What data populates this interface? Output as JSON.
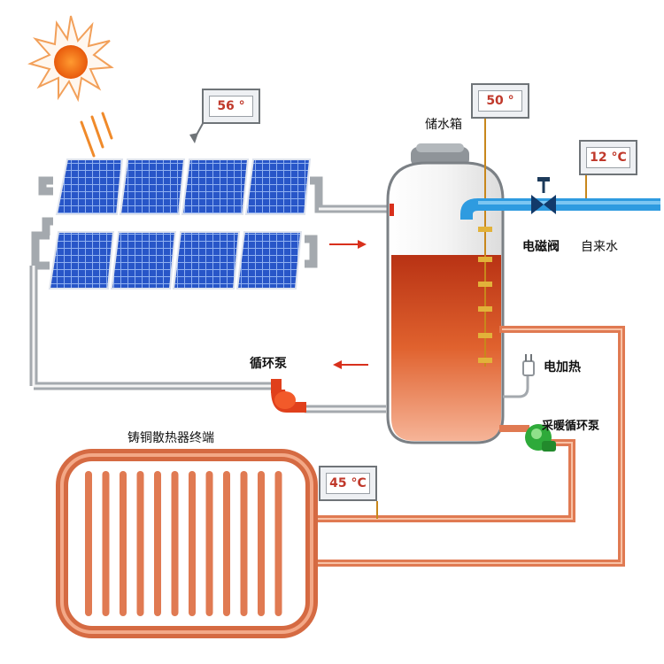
{
  "labels": {
    "tank": "储水箱",
    "valve": "电磁阀",
    "tap_water": "自来水",
    "circ_pump": "循环泵",
    "electric_heat": "电加热",
    "heating_pump": "采暖循环泵",
    "radiator": "铸铜散热器终端"
  },
  "gauges": {
    "collector": "56 °",
    "tank": "50 °",
    "tap": "12 °C",
    "return": "45 °C"
  },
  "colors": {
    "pipe_gray": "#9ea3a8",
    "copper": "#e07a52",
    "hot_water_top": "#c0391a",
    "hot_water_bottom": "#f2a07c",
    "tap_blue": "#2e9be0",
    "pump_green": "#2eaa3a",
    "pump_red": "#e0401c",
    "sun": "#f06a10",
    "panel_blue": "#1f4fc0"
  }
}
